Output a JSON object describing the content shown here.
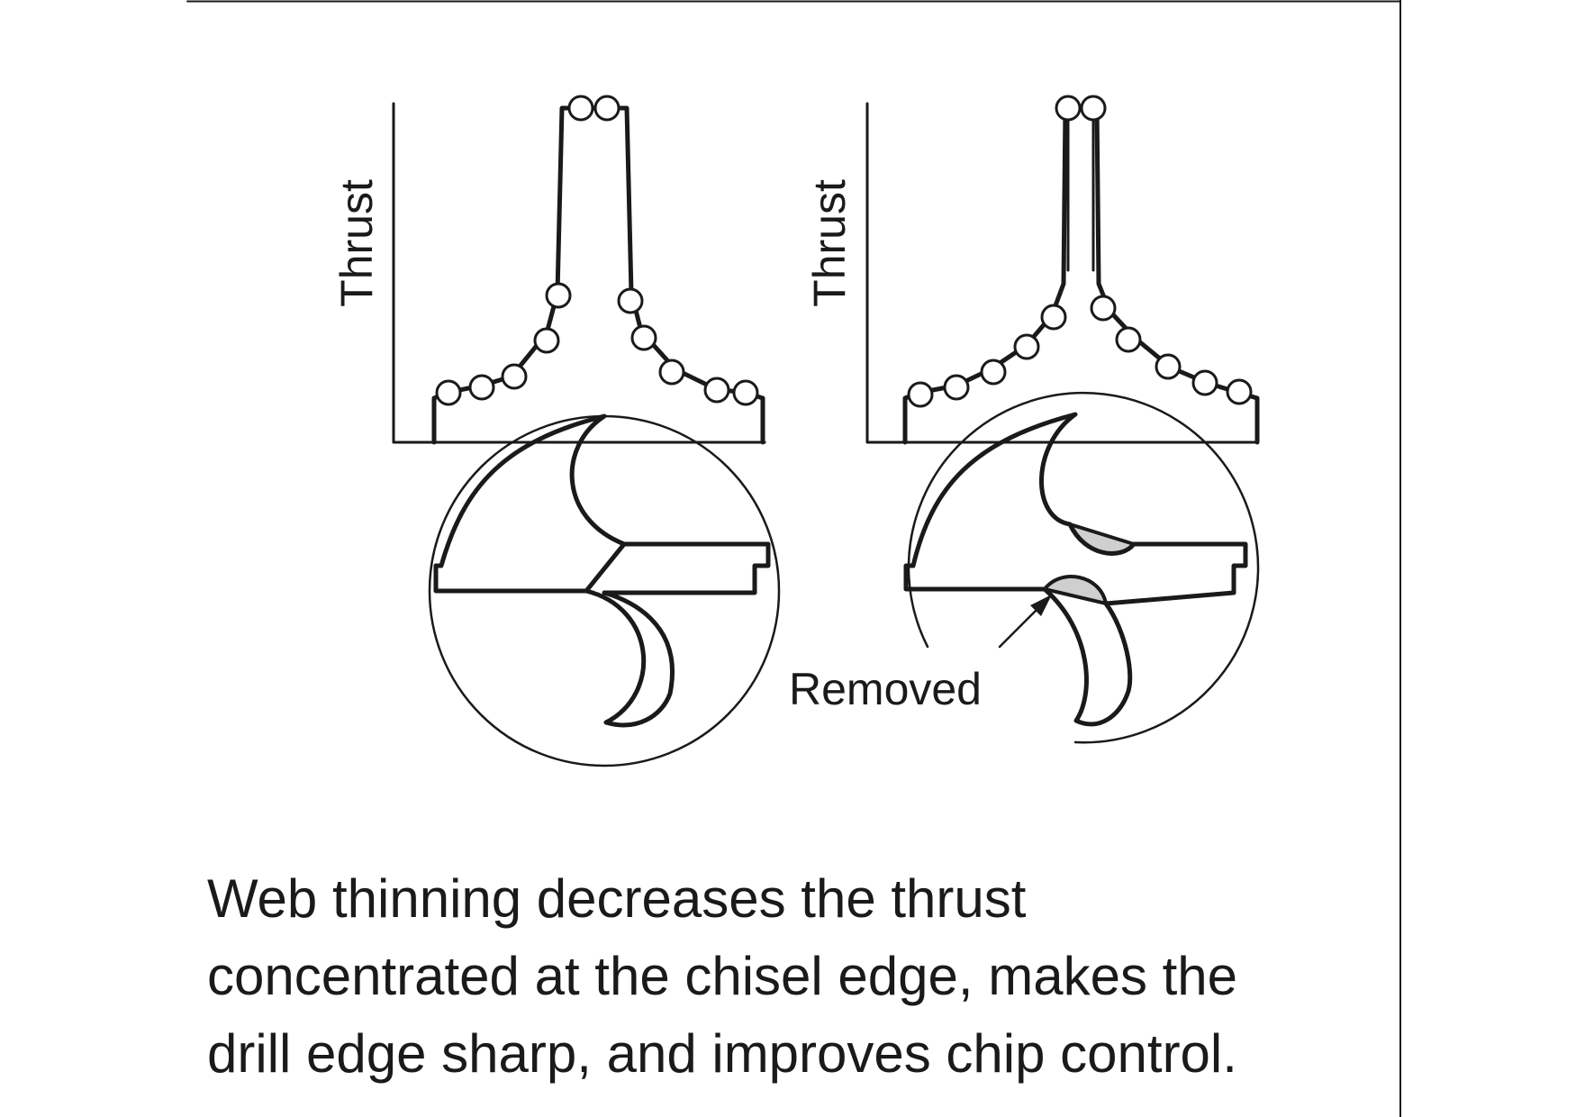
{
  "diagram": {
    "left_panel": {
      "axis_label": "Thrust"
    },
    "right_panel": {
      "axis_label": "Thrust",
      "callout": "Removed"
    }
  },
  "caption": {
    "lines": [
      "Web thinning decreases the thrust",
      "concentrated at the chisel edge, makes the",
      "drill edge sharp, and improves chip control."
    ]
  },
  "colors": {
    "ink": "#1a1a1a",
    "removed_fill": "#cfcfcf",
    "background": "#ffffff"
  }
}
